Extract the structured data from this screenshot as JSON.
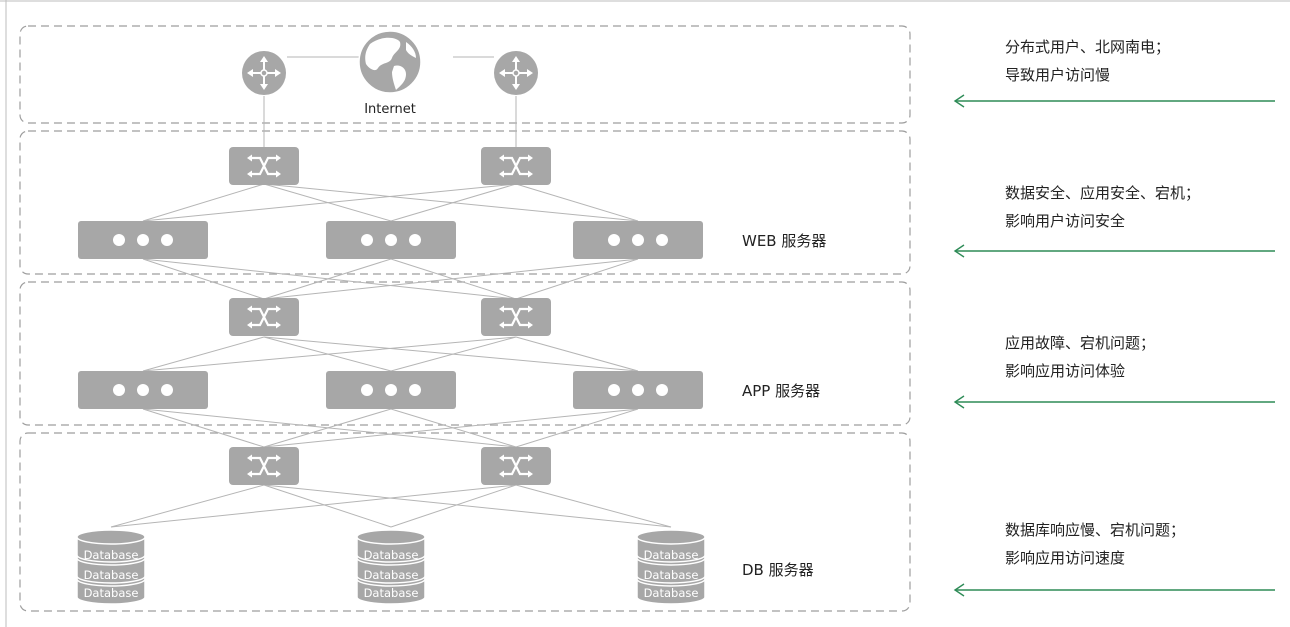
{
  "internet_label": "Internet",
  "database_label": "Database",
  "colors": {
    "device": "#a7a7a7",
    "line": "#b5b5b5",
    "dash": "#9e9e9e",
    "arrow": "#2e8b57",
    "text": "#222222"
  },
  "layers": [
    {
      "id": "internet",
      "label": ""
    },
    {
      "id": "web",
      "label": "WEB 服务器"
    },
    {
      "id": "app",
      "label": "APP 服务器"
    },
    {
      "id": "db",
      "label": "DB 服务器"
    }
  ],
  "notes": [
    {
      "line1": "分布式用户、北网南电；",
      "line2": "导致用户访问慢"
    },
    {
      "line1": "数据安全、应用安全、宕机；",
      "line2": "影响用户访问安全"
    },
    {
      "line1": "应用故障、宕机问题；",
      "line2": "影响应用访问体验"
    },
    {
      "line1": "数据库响应慢、宕机问题；",
      "line2": "影响应用访问速度"
    }
  ]
}
